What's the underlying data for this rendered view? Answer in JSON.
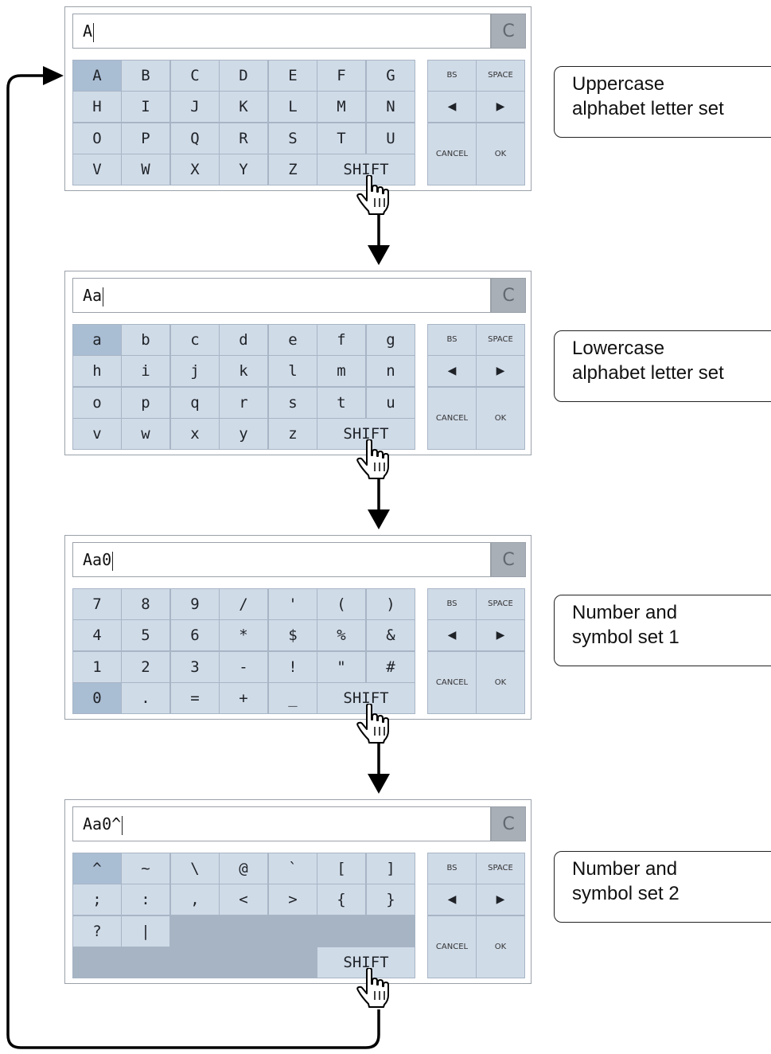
{
  "panels": [
    {
      "input": "A",
      "clear": "C",
      "rows": [
        [
          "A",
          "B",
          "C",
          "D",
          "E",
          "F",
          "G"
        ],
        [
          "H",
          "I",
          "J",
          "K",
          "L",
          "M",
          "N"
        ],
        [
          "O",
          "P",
          "Q",
          "R",
          "S",
          "T",
          "U"
        ],
        [
          "V",
          "W",
          "X",
          "Y",
          "Z"
        ]
      ],
      "shift": "SHIFT",
      "side": {
        "bs": "BS",
        "space": "SPACE",
        "left": "◀",
        "right": "▶",
        "cancel": "CANCEL",
        "ok": "OK"
      },
      "caption": [
        "Uppercase",
        "alphabet letter set"
      ]
    },
    {
      "input": "Aa",
      "clear": "C",
      "rows": [
        [
          "a",
          "b",
          "c",
          "d",
          "e",
          "f",
          "g"
        ],
        [
          "h",
          "i",
          "j",
          "k",
          "l",
          "m",
          "n"
        ],
        [
          "o",
          "p",
          "q",
          "r",
          "s",
          "t",
          "u"
        ],
        [
          "v",
          "w",
          "x",
          "y",
          "z"
        ]
      ],
      "shift": "SHIFT",
      "side": {
        "bs": "BS",
        "space": "SPACE",
        "left": "◀",
        "right": "▶",
        "cancel": "CANCEL",
        "ok": "OK"
      },
      "caption": [
        "Lowercase",
        "alphabet letter set"
      ]
    },
    {
      "input": "Aa0",
      "clear": "C",
      "rows": [
        [
          "7",
          "8",
          "9",
          "/",
          "'",
          "(",
          ")"
        ],
        [
          "4",
          "5",
          "6",
          "*",
          "$",
          "%",
          "&"
        ],
        [
          "1",
          "2",
          "3",
          "-",
          "!",
          "\"",
          "#"
        ],
        [
          "0",
          ".",
          "=",
          "+",
          "_"
        ]
      ],
      "shift": "SHIFT",
      "side": {
        "bs": "BS",
        "space": "SPACE",
        "left": "◀",
        "right": "▶",
        "cancel": "CANCEL",
        "ok": "OK"
      },
      "caption": [
        "Number and",
        "symbol set 1"
      ]
    },
    {
      "input": "Aa0^",
      "clear": "C",
      "rows": [
        [
          "^",
          "~",
          "\\",
          "@",
          "`",
          "[",
          "]"
        ],
        [
          ";",
          ":",
          ",",
          "<",
          ">",
          "{",
          "}"
        ],
        [
          "?",
          "|"
        ],
        []
      ],
      "shift": "SHIFT",
      "side": {
        "bs": "BS",
        "space": "SPACE",
        "left": "◀",
        "right": "▶",
        "cancel": "CANCEL",
        "ok": "OK"
      },
      "caption": [
        "Number and",
        "symbol set 2"
      ]
    }
  ]
}
